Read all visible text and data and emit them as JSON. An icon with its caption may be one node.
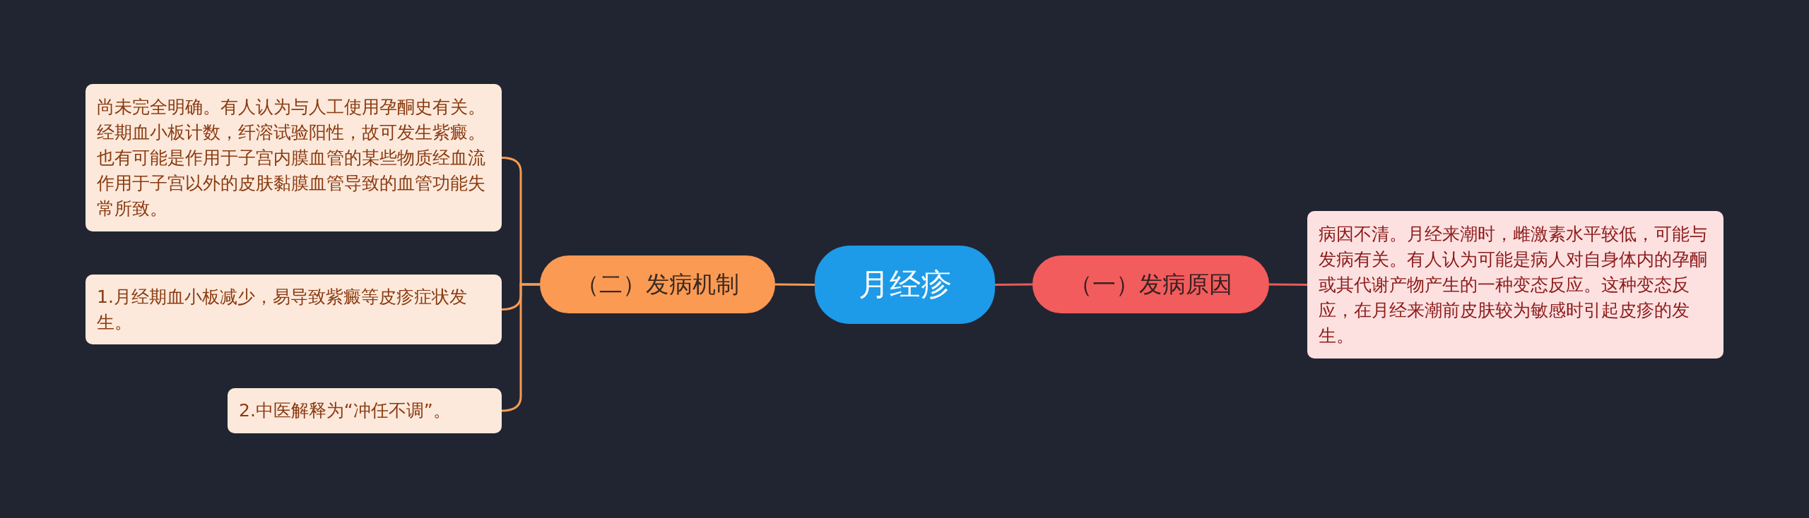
{
  "diagram": {
    "nodes": [
      {
        "text": [
          "月经疹"
        ]
      },
      {
        "text": [
          "（二）发病机制"
        ]
      },
      {
        "text": [
          "尚未完全明确。有人认为与人工使用孕酮史有关。经期血小板计数，纤溶试验阳性，故可发生紫癜。也有可能是作用于子宫内膜血管的某些物质经血流作用于子宫以外的皮肤黏膜血管导致的血管功能失常所致。"
        ]
      },
      {
        "text": [
          "1.月经期血小板减少，易导致紫癜等皮疹症状发生。"
        ]
      },
      {
        "text": [
          "2.中医解释为“冲任不调”。"
        ]
      },
      {
        "text": [
          "（一）发病原因"
        ]
      },
      {
        "text": [
          "病因不清。月经来潮时，雌激素水平较低，可能与发病有关。有人认为可能是病人对自身体内的孕酮或其代谢产物产生的一种变态反应。这种变态反应，在月经来潮前皮肤较为敏感时引起皮疹的发生。"
        ]
      }
    ],
    "edges": [
      {
        "from": 0,
        "to": 1,
        "arrow": "none"
      },
      {
        "from": 1,
        "to": 2,
        "arrow": "none"
      },
      {
        "from": 1,
        "to": 3,
        "arrow": "none"
      },
      {
        "from": 1,
        "to": 4,
        "arrow": "none"
      },
      {
        "from": 0,
        "to": 5,
        "arrow": "none",
        "color": "#e85b5b"
      },
      {
        "from": 5,
        "to": 6,
        "arrow": "none",
        "color": "#e85b5b"
      }
    ]
  }
}
